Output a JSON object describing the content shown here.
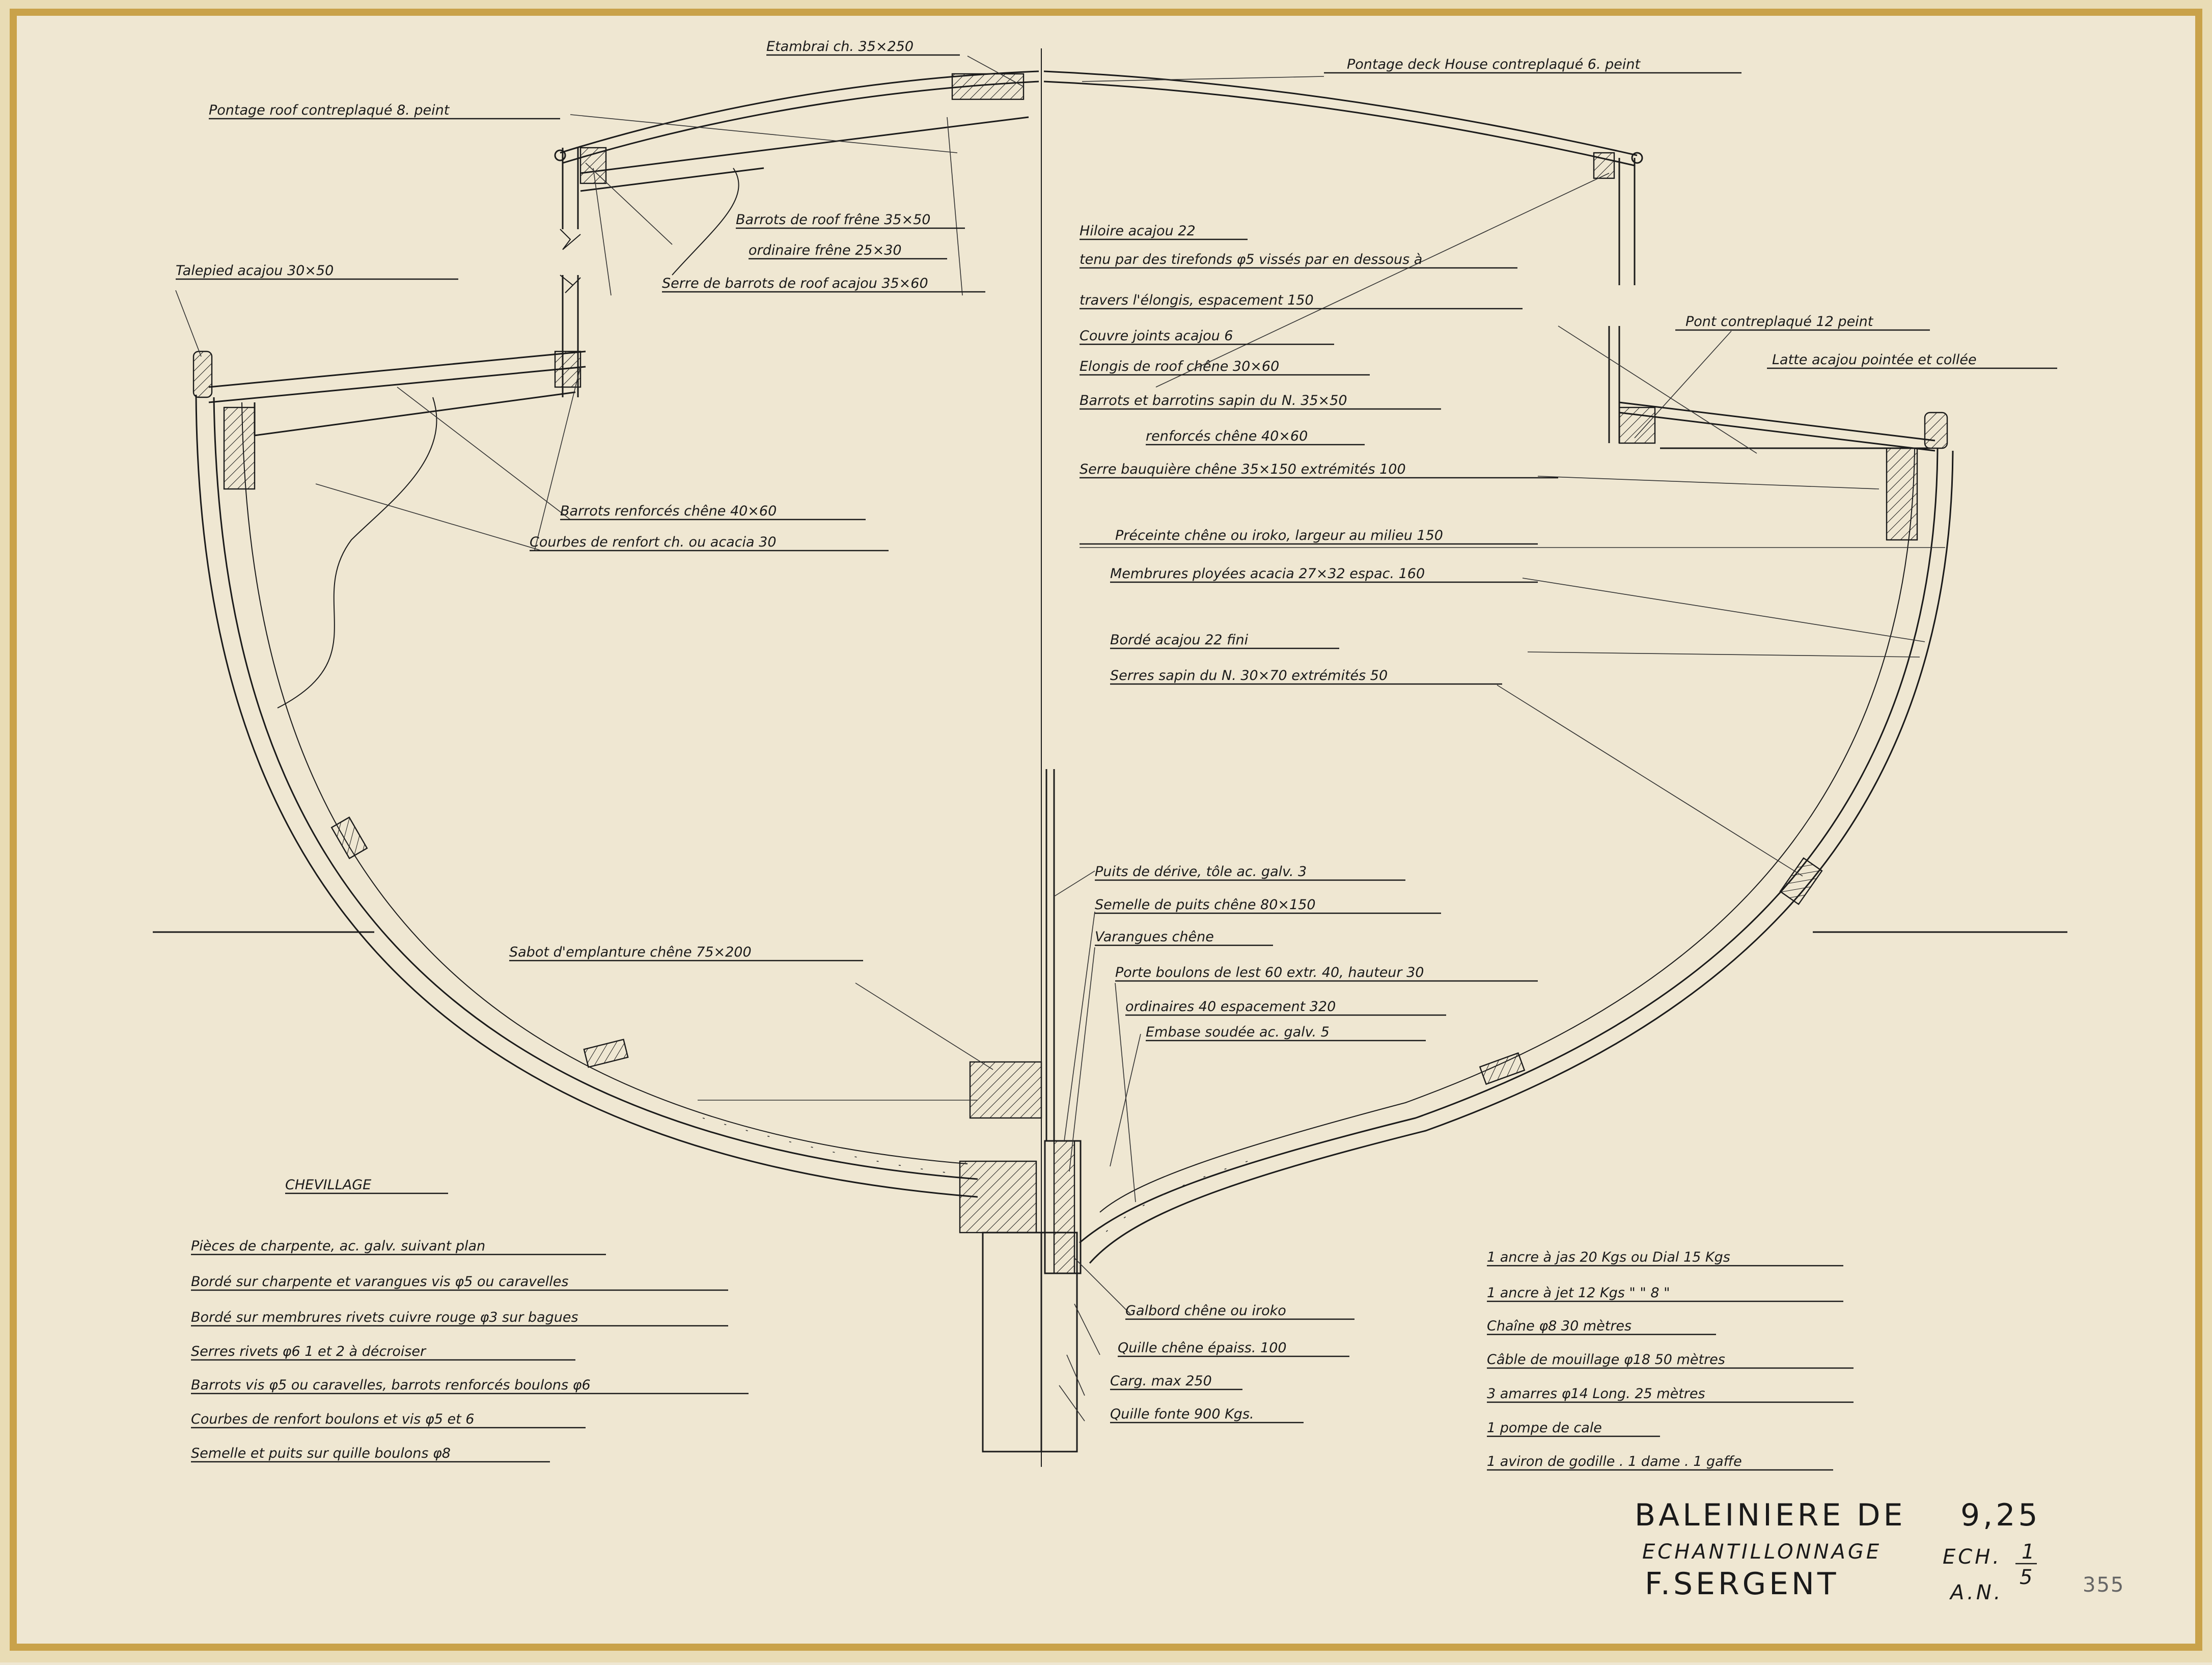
{
  "sheet": {
    "paper_color": "#efe7d2",
    "border_color": "#c9a24a",
    "ink_color": "#1b1b1b"
  },
  "title_block": {
    "title": "BALEINIERE DE",
    "size": "9,25",
    "subtitle": "ECHANTILLONNAGE",
    "scale_label": "ECH.",
    "scale_num": "1",
    "scale_den": "5",
    "author": "F.SERGENT",
    "initials": "A.N.",
    "sheet_no": "355"
  },
  "labels_left": {
    "etambrai": "Etambrai ch. 35×250",
    "pontage_roof": "Pontage roof contreplaqué 8. peint",
    "barrots_roof": "Barrots de roof frêne 35×50",
    "ordinaire_frene": "ordinaire frêne 25×30",
    "serre_barrots": "Serre de barrots de roof acajou 35×60",
    "talepied": "Talepied acajou 30×50",
    "barrots_renforces": "Barrots renforcés chêne 40×60",
    "courbes_renfort": "Courbes de renfort ch. ou acacia 30",
    "sabot": "Sabot d'emplanture chêne 75×200"
  },
  "labels_right": {
    "pontage_deck": "Pontage deck House contreplaqué 6. peint",
    "hiloire": "Hiloire acajou 22",
    "tenu_line1": "tenu par des tirefonds φ5 vissés par en dessous à",
    "tenu_line2": "travers l'élongis, espacement 150",
    "couvre_joints": "Couvre joints acajou 6",
    "elongis": "Elongis de roof chêne 30×60",
    "barrots_barrotins": "Barrots et barrotins sapin du N. 35×50",
    "renforces": "renforcés chêne 40×60",
    "serre_bauquiere": "Serre bauquière chêne 35×150 extrémités 100",
    "pont_contreplaque": "Pont contreplaqué 12 peint",
    "latte": "Latte acajou pointée et collée",
    "preceinte": "Préceinte chêne ou iroko, largeur au milieu 150",
    "membrures": "Membrures ployées acacia 27×32 espac. 160",
    "borde": "Bordé acajou 22 fini",
    "serres_sapin": "Serres sapin du N. 30×70 extrémités 50",
    "puits": "Puits de dérive, tôle ac. galv. 3",
    "semelle": "Semelle de puits chêne 80×150",
    "varangues": "Varangues chêne",
    "porte_boulons": "Porte boulons de lest 60 extr. 40, hauteur 30",
    "ordinaires": "ordinaires 40   espacement 320",
    "embase": "Embase soudée ac. galv. 5",
    "galbord": "Galbord chêne ou iroko",
    "quille_chene": "Quille chêne épaiss. 100",
    "carg": "Carg. max 250",
    "quille_fonte": "Quille fonte 900 Kgs."
  },
  "chevillage": {
    "heading": "CHEVILLAGE",
    "lines": [
      "Pièces de charpente, ac. galv. suivant plan",
      "Bordé sur charpente et varangues vis φ5 ou caravelles",
      "Bordé sur membrures rivets cuivre rouge φ3 sur bagues",
      "Serres rivets  φ6  1 et 2 à décroiser",
      "Barrots vis φ5 ou caravelles, barrots renforcés boulons φ6",
      "Courbes de renfort boulons et vis φ5 et 6",
      "Semelle et puits sur quille boulons φ8"
    ]
  },
  "equipment": {
    "lines": [
      "1 ancre à jas 20 Kgs ou Dial 15 Kgs",
      "1 ancre à jet  12 Kgs  \"  \"  8  \"",
      "Chaîne  φ8  30 mètres",
      "Câble de mouillage φ18  50 mètres",
      "3 amarres φ14  Long. 25 mètres",
      "1 pompe de cale",
      "1 aviron de godille . 1 dame . 1 gaffe"
    ]
  }
}
